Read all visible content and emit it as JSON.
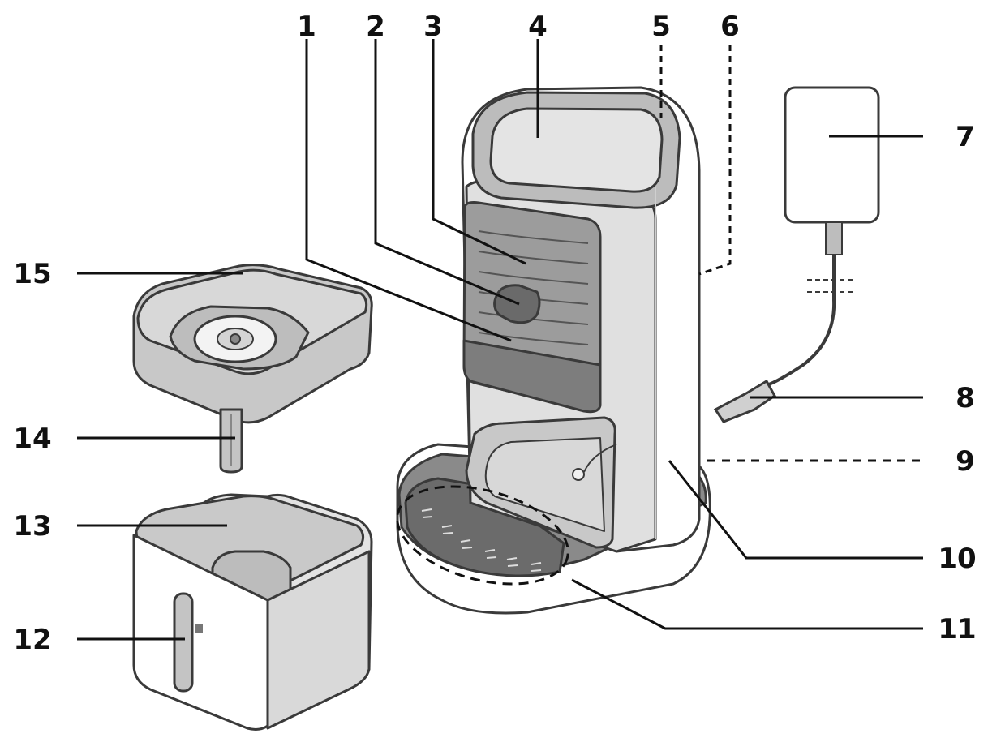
{
  "callouts": [
    {
      "id": "1",
      "label": "1"
    },
    {
      "id": "2",
      "label": "2"
    },
    {
      "id": "3",
      "label": "3"
    },
    {
      "id": "4",
      "label": "4"
    },
    {
      "id": "5",
      "label": "5"
    },
    {
      "id": "6",
      "label": "6"
    },
    {
      "id": "7",
      "label": "7"
    },
    {
      "id": "8",
      "label": "8"
    },
    {
      "id": "9",
      "label": "9"
    },
    {
      "id": "10",
      "label": "10"
    },
    {
      "id": "11",
      "label": "11"
    },
    {
      "id": "12",
      "label": "12"
    },
    {
      "id": "13",
      "label": "13"
    },
    {
      "id": "14",
      "label": "14"
    },
    {
      "id": "15",
      "label": "15"
    }
  ],
  "colors": {
    "outline": "#3a3a3a",
    "light_gray": "#d6d6d6",
    "mid_gray": "#9a9a9a",
    "dark_gray": "#6e6e6e",
    "white": "#ffffff"
  }
}
